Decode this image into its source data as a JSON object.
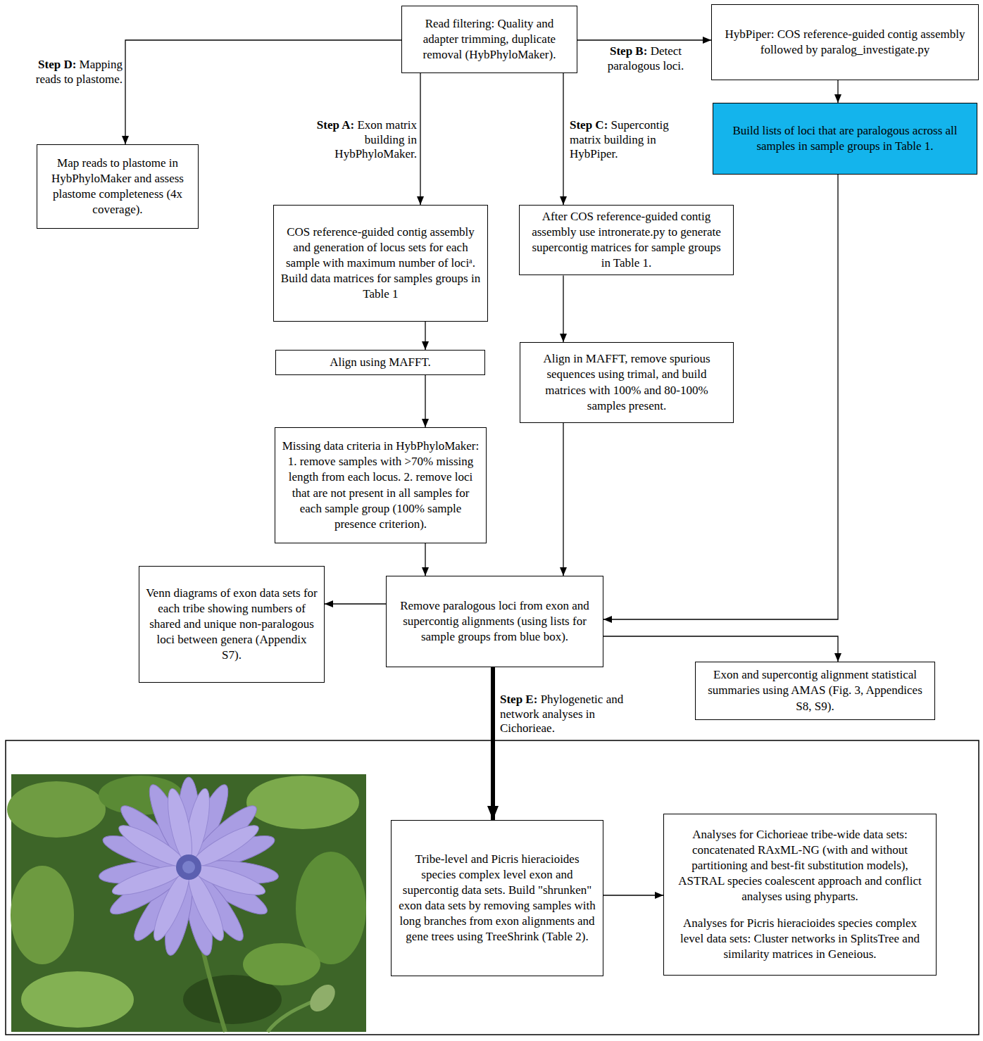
{
  "diagram": {
    "nodes": [
      {
        "text": [
          "Read filtering: Quality and adapter trimming, duplicate removal (HybPhyloMaker)."
        ]
      },
      {
        "text": [
          "HybPiper: COS reference-guided contig assembly followed by paralog_investigate.py"
        ]
      },
      {
        "text": [
          "Build lists of loci that are paralogous across all samples in sample groups in Table 1."
        ]
      },
      {
        "text": [
          "Map reads to plastome in HybPhyloMaker and assess plastome completeness (4x coverage)."
        ]
      },
      {
        "text": [
          "COS reference-guided contig assembly and generation of locus sets for each sample with maximum number of lociᵃ. Build data matrices for samples groups in Table 1"
        ]
      },
      {
        "text": [
          "After COS reference-guided contig assembly use intronerate.py to generate supercontig matrices for sample groups in Table 1."
        ]
      },
      {
        "text": [
          "Align using MAFFT."
        ]
      },
      {
        "text": [
          "Align in MAFFT, remove spurious sequences using trimal, and build matrices with 100% and 80-100% samples present."
        ]
      },
      {
        "text": [
          "Missing data criteria in HybPhyloMaker: 1. remove samples with >70% missing length from each locus. 2. remove loci that are not present in all samples for each sample group (100% sample presence criterion)."
        ]
      },
      {
        "text": [
          "Remove paralogous loci from exon and supercontig alignments (using lists for sample groups from blue box)."
        ]
      },
      {
        "text": [
          "Venn diagrams of exon data sets for each tribe showing numbers of shared and unique non-paralogous loci between genera (Appendix S7)."
        ]
      },
      {
        "text": [
          "Exon and supercontig alignment statistical summaries using AMAS (Fig. 3, Appendices S8, S9)."
        ]
      },
      {
        "text": [
          "Tribe-level and Picris hieracioides species complex level exon and supercontig data sets. Build \"shrunken\" exon data sets by removing samples with long branches from exon alignments and gene trees using TreeShrink (Table 2)."
        ]
      },
      {
        "text": [
          "Analyses for Cichorieae tribe-wide data sets: concatenated RAxML-NG (with and without partitioning and best-fit substitution models), ASTRAL species coalescent approach and conflict analyses using phyparts.",
          "Analyses for Picris hieracioides species complex level data sets: Cluster networks in SplitsTree and similarity matrices in Geneious."
        ]
      }
    ],
    "edges": [
      {
        "from": 0,
        "to": 3,
        "arrow": "to",
        "label": "Step D: Mapping reads to plastome."
      },
      {
        "from": 0,
        "to": 4,
        "arrow": "to",
        "label": "Step A: Exon matrix building in HybPhyloMaker."
      },
      {
        "from": 0,
        "to": 5,
        "arrow": "to",
        "label": "Step C: Supercontig matrix building in HybPiper."
      },
      {
        "from": 0,
        "to": 1,
        "arrow": "to",
        "label": "Step B: Detect paralogous loci."
      },
      {
        "from": 1,
        "to": 2,
        "arrow": "to"
      },
      {
        "from": 4,
        "to": 6,
        "arrow": "to"
      },
      {
        "from": 6,
        "to": 8,
        "arrow": "to"
      },
      {
        "from": 8,
        "to": 9,
        "arrow": "to"
      },
      {
        "from": 5,
        "to": 7,
        "arrow": "to"
      },
      {
        "from": 7,
        "to": 9,
        "arrow": "to"
      },
      {
        "from": 2,
        "to": 9,
        "arrow": "to"
      },
      {
        "from": 9,
        "to": 10,
        "arrow": "to"
      },
      {
        "from": 9,
        "to": 11,
        "arrow": "to"
      },
      {
        "from": 9,
        "to": 12,
        "arrow": "to",
        "label": "Step E: Phylogenetic and network analyses in Cichorieae."
      },
      {
        "from": 12,
        "to": 13,
        "arrow": "to"
      }
    ]
  }
}
